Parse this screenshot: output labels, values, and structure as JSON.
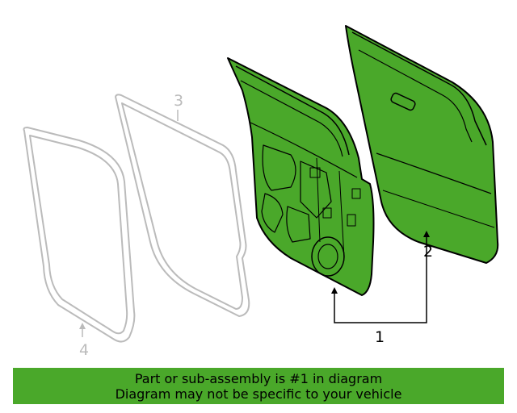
{
  "diagram": {
    "callouts": {
      "part_1": "1",
      "part_2": "2",
      "part_3": "3",
      "part_4": "4"
    }
  },
  "banner": {
    "line1": "Part or sub-assembly is #1 in diagram",
    "line2": "Diagram may not be specific to your vehicle"
  },
  "colors": {
    "highlight_part": "#4aa82a",
    "banner_background": "#4aa82a",
    "dim_part": "#bbbbbb",
    "outline": "#000000"
  }
}
